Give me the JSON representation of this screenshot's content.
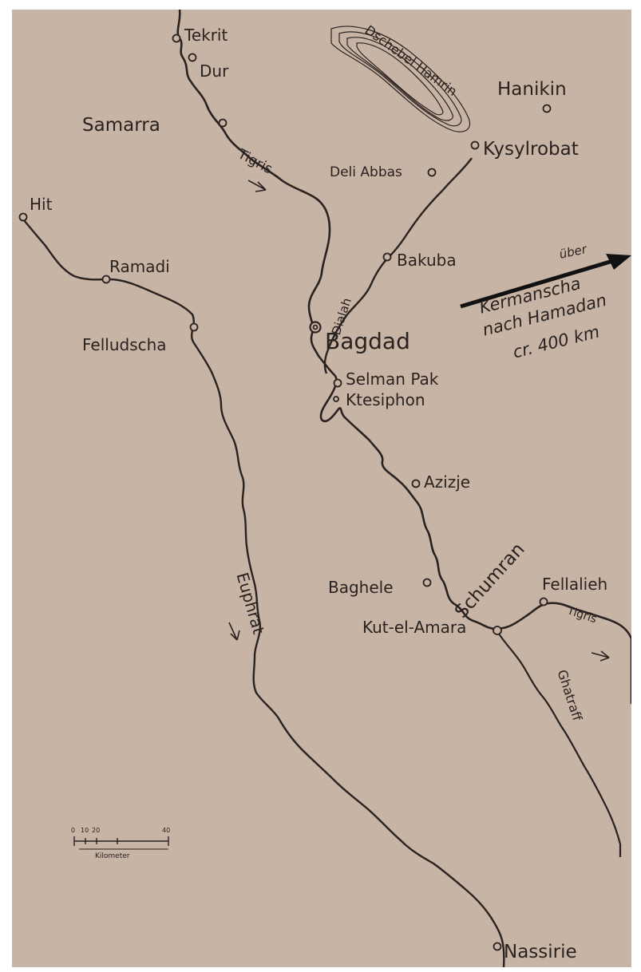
{
  "map": {
    "places": {
      "tekrit": "Tekrit",
      "dur": "Dur",
      "samarra": "Samarra",
      "hit": "Hit",
      "ramadi": "Ramadi",
      "felludscha": "Felludscha",
      "hanikin": "Hanikin",
      "kysylrobat": "Kysylrobat",
      "deli_abbas": "Deli Abbas",
      "bakuba": "Bakuba",
      "bagdad": "Bagdad",
      "selman_pak": "Selman Pak",
      "ktesiphon": "Ktesiphon",
      "azizje": "Azizje",
      "baghele": "Baghele",
      "schumran": "Schumran",
      "fellalieh": "Fellalieh",
      "kut_el_amara": "Kut-el-Amara",
      "nassirie": "Nassirie"
    },
    "rivers": {
      "tigris_north": "Tigris",
      "tigris_east": "Tigris",
      "dialah": "Dialah",
      "euphrat": "Euphrat",
      "ghatraff": "Ghatraff"
    },
    "mountains": {
      "dschebel_hamrin": "Dschebel Hamrin"
    },
    "route_note": {
      "via": "über",
      "line1": "Kermanscha",
      "line2": "nach Hamadan",
      "line3": "cr. 400 km"
    },
    "scale": {
      "ticks": [
        "0",
        "10",
        "20",
        "40"
      ],
      "unit": "Kilometer"
    },
    "colors": {
      "paper": "#c7b4a5",
      "ink": "#2a2220"
    }
  }
}
